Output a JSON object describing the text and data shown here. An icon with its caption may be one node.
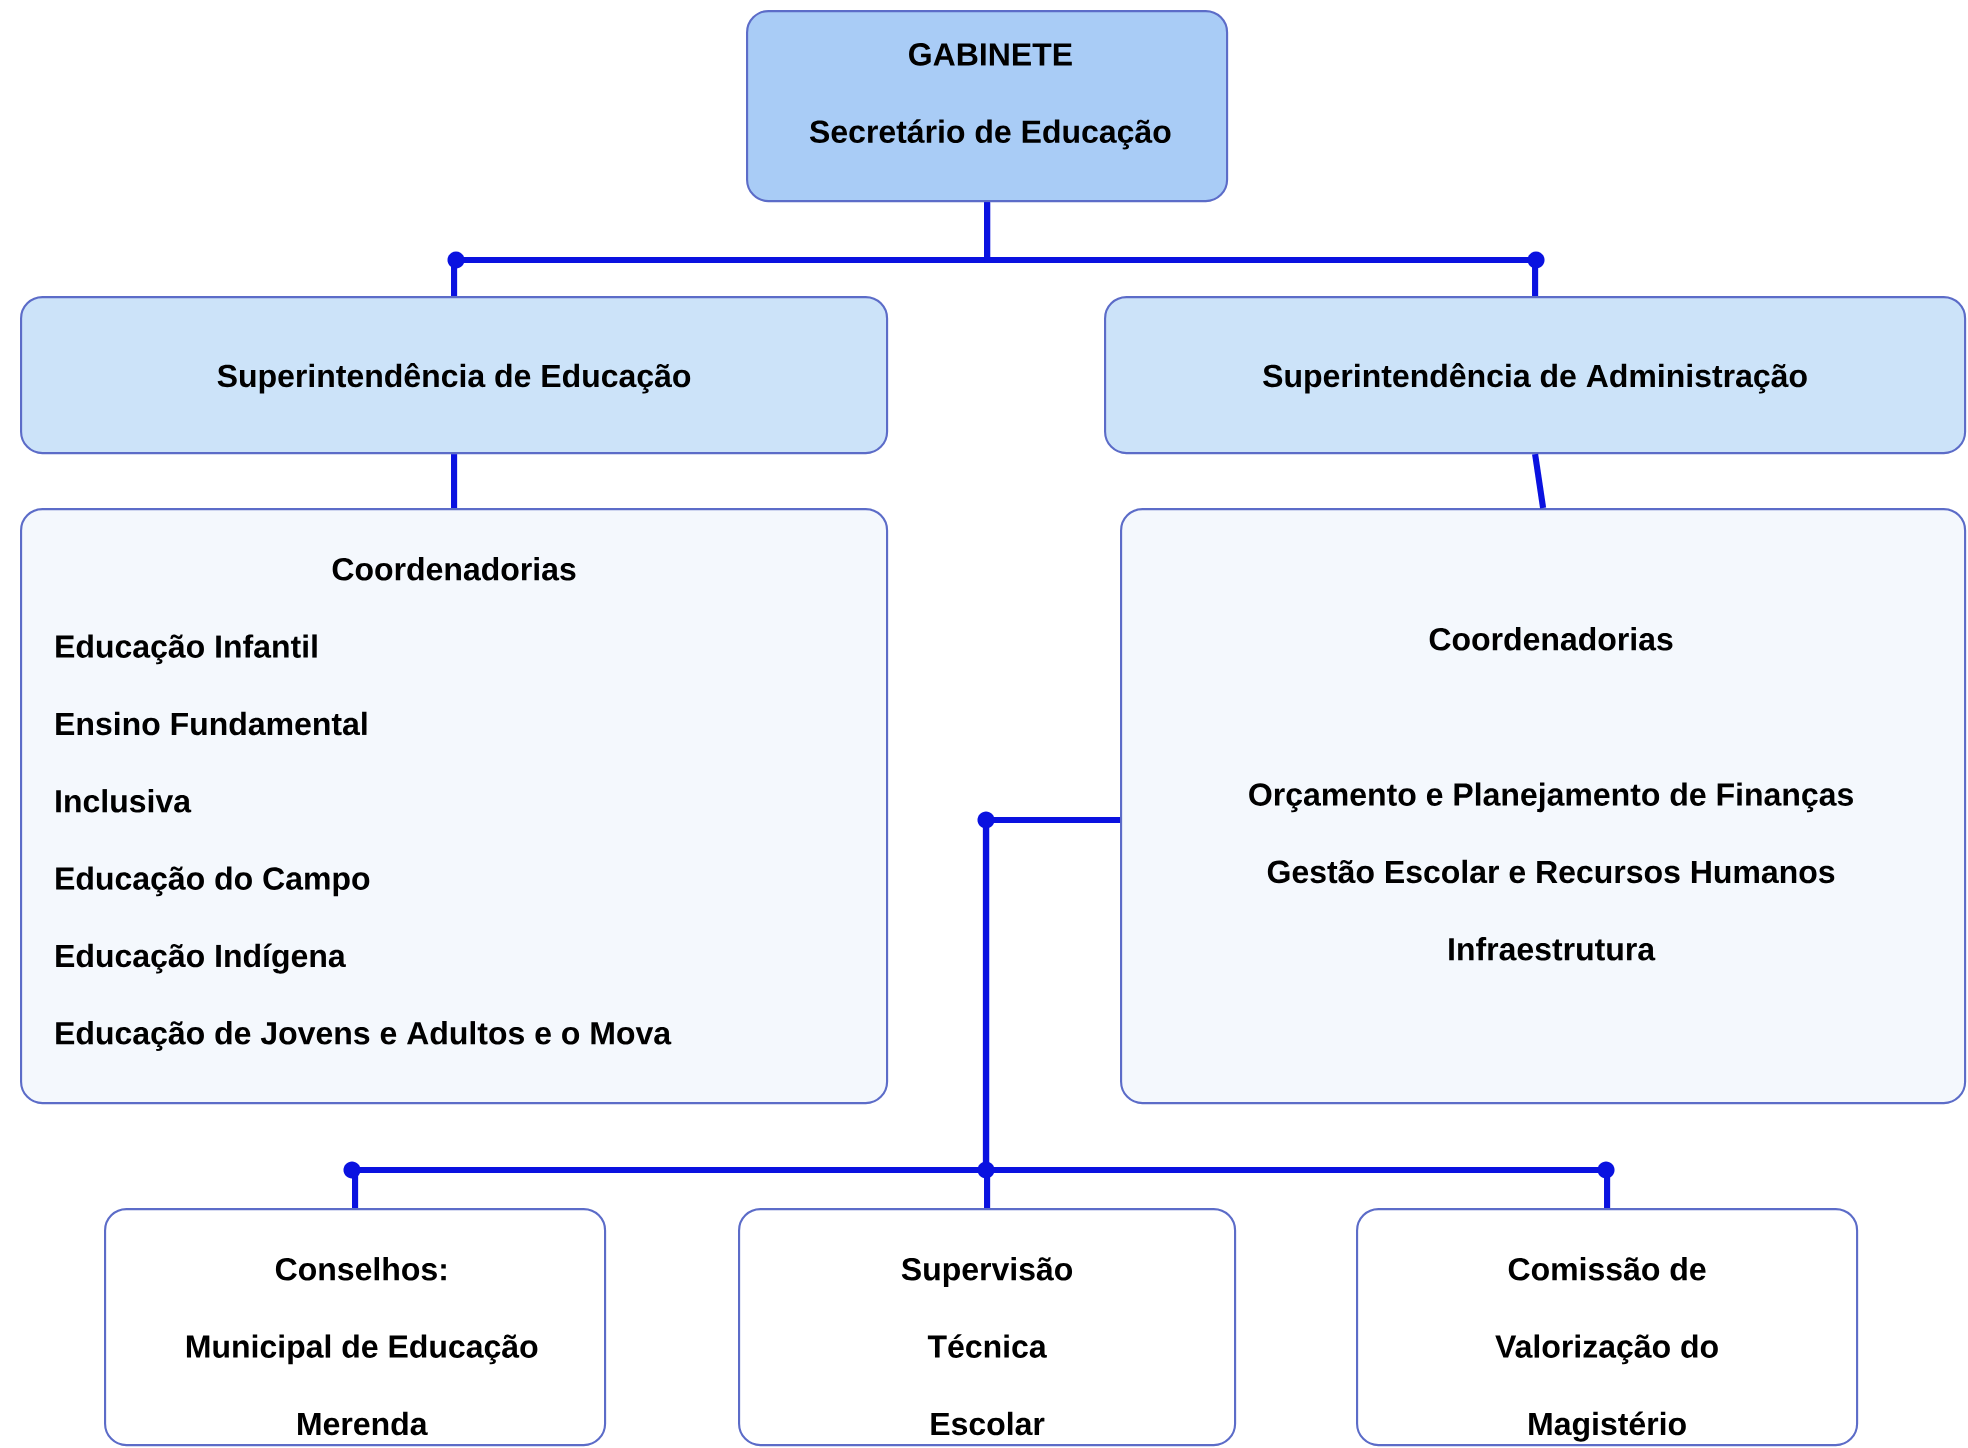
{
  "diagram": {
    "nodes": [
      {
        "text": [
          "GABINETE",
          "Secretário de Educação"
        ]
      },
      {
        "text": [
          "Superintendência de Educação"
        ]
      },
      {
        "text": [
          "Superintendência de Administração"
        ]
      },
      {
        "text": [
          "Coordenadorias",
          "Educação Infantil",
          "Ensino Fundamental",
          "Inclusiva",
          "Educação do Campo",
          "Educação Indígena",
          "Educação de Jovens e Adultos e o Mova"
        ]
      },
      {
        "text": [
          "Coordenadorias",
          "Orçamento e Planejamento de Finanças",
          "Gestão Escolar e Recursos Humanos",
          "Infraestrutura"
        ]
      },
      {
        "text": [
          "Conselhos:",
          "Municipal de Educação",
          "Merenda"
        ]
      },
      {
        "text": [
          "Supervisão Técnica Escolar"
        ]
      },
      {
        "text": [
          "Comissão de Valorização do Magistério"
        ]
      }
    ],
    "edges": [
      {
        "from": 0,
        "to": 1,
        "arrow": "none"
      },
      {
        "from": 0,
        "to": 2,
        "arrow": "none"
      },
      {
        "from": 1,
        "to": 3,
        "arrow": "none"
      },
      {
        "from": 2,
        "to": 4,
        "arrow": "none"
      },
      {
        "from": 4,
        "to": 5,
        "arrow": "none"
      },
      {
        "from": 4,
        "to": 6,
        "arrow": "none"
      },
      {
        "from": 4,
        "to": 7,
        "arrow": "none"
      }
    ]
  }
}
